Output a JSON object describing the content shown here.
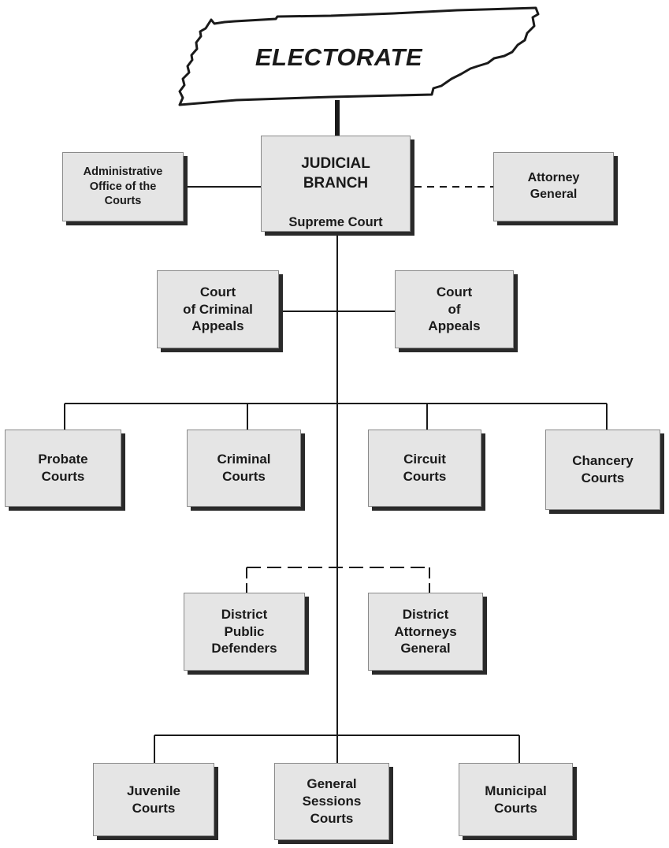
{
  "electorate": {
    "label": "ELECTORATE"
  },
  "judicial_branch": {
    "title": "JUDICIAL\nBRANCH",
    "subtitle": "Supreme Court"
  },
  "admin_office": {
    "label": "Administrative\nOffice of the\nCourts"
  },
  "attorney_general": {
    "label": "Attorney\nGeneral"
  },
  "appellate_courts": [
    {
      "label": "Court\nof Criminal\nAppeals"
    },
    {
      "label": "Court\nof\nAppeals"
    }
  ],
  "trial_courts": [
    {
      "label": "Probate\nCourts"
    },
    {
      "label": "Criminal\nCourts"
    },
    {
      "label": "Circuit\nCourts"
    },
    {
      "label": "Chancery\nCourts"
    }
  ],
  "district_offices": [
    {
      "label": "District\nPublic\nDefenders"
    },
    {
      "label": "District\nAttorneys\nGeneral"
    }
  ],
  "limited_courts": [
    {
      "label": "Juvenile\nCourts"
    },
    {
      "label": "General\nSessions\nCourts"
    },
    {
      "label": "Municipal\nCourts"
    }
  ]
}
